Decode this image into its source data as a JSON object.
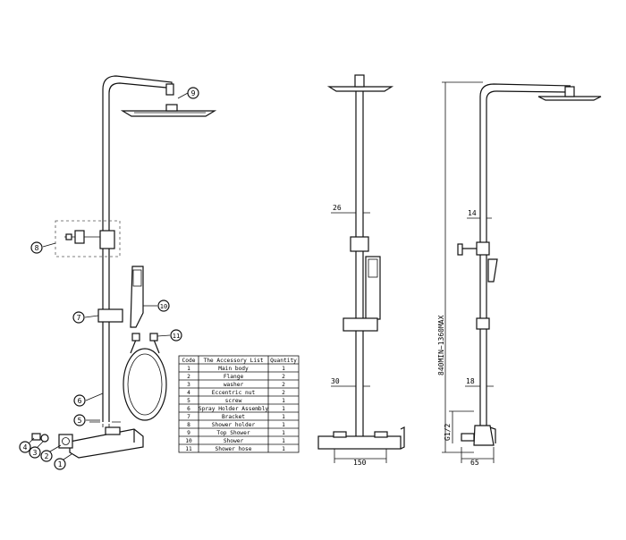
{
  "callouts": [
    "1",
    "2",
    "3",
    "4",
    "5",
    "6",
    "7",
    "8",
    "9",
    "10",
    "11"
  ],
  "table": {
    "headers": [
      "Code",
      "The Accessory List",
      "Quantity"
    ],
    "rows": [
      [
        "1",
        "Main body",
        "1"
      ],
      [
        "2",
        "Flange",
        "2"
      ],
      [
        "3",
        "washer",
        "2"
      ],
      [
        "4",
        "Eccentric nut",
        "2"
      ],
      [
        "5",
        "screw",
        "1"
      ],
      [
        "6",
        "Spray Holder Assembly",
        "1"
      ],
      [
        "7",
        "Bracket",
        "1"
      ],
      [
        "8",
        "Shower holder",
        "1"
      ],
      [
        "9",
        "Top Shower",
        "1"
      ],
      [
        "10",
        "Shower",
        "1"
      ],
      [
        "11",
        "Shower hose",
        "1"
      ]
    ]
  },
  "dimensions": {
    "front_pipe_top": "26",
    "front_pipe_bottom": "30",
    "front_body_width": "150",
    "side_pipe_top": "14",
    "side_pipe_bottom": "18",
    "side_height": "840MIN~1360MAX",
    "side_thread": "G1/2",
    "side_depth": "65"
  }
}
